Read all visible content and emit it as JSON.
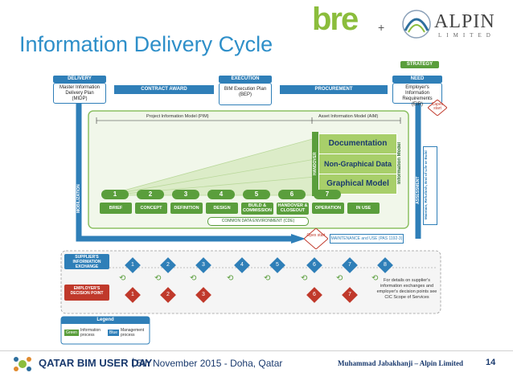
{
  "slide": {
    "title": "Information Delivery Cycle",
    "page_number": "14"
  },
  "logos": {
    "bre": "bre",
    "plus": "+",
    "alpin_name": "ALPIN",
    "alpin_sub": "LIMITED"
  },
  "top_boxes": {
    "delivery": {
      "header": "DELIVERY",
      "line1": "Master Information",
      "line2": "Delivery Plan",
      "line3": "(MIDP)"
    },
    "execution": {
      "header": "EXECUTION",
      "line1": "BIM Execution Plan",
      "line2": "(BEP)"
    },
    "need": {
      "header": "NEED",
      "line1": "Employer's Information",
      "line2": "Requirements",
      "line3": "(EIR)"
    },
    "strategy": "STRATEGY",
    "contract_award": "CONTRACT AWARD",
    "procurement": "PROCUREMENT",
    "capex_start": "Capex start"
  },
  "models": {
    "pim": "Project Information Model (PIM)",
    "aim": "Asset Information Model (AIM)",
    "handover": "HANDOVER",
    "documentation": "Documentation",
    "non_graphical": "Non-Graphical Data",
    "graphical": "Graphical Model",
    "information_model": "Information Model"
  },
  "phases": {
    "numbers": [
      "1",
      "2",
      "3",
      "4",
      "5",
      "6",
      "7"
    ],
    "labels": [
      "BRIEF",
      "CONCEPT",
      "DEFINITION",
      "DESIGN",
      "BUILD & COMMISSION",
      "HANDOVER & CLOSEOUT",
      "OPERATION",
      "IN USE"
    ],
    "cde": "COMMON DATA ENVIRONMENT (CDE)"
  },
  "side_labels": {
    "mobilization": "MOBILIZATION",
    "assessment": "ASSESSMENT",
    "maintain": "Maintain, Refurbish, End of Life or Build"
  },
  "lower": {
    "opex_start": "Opex start",
    "maintenance": "MAINTENANCE and USE (PAS 1192-3)",
    "supplier_exchange": "SUPPLIER'S INFORMATION EXCHANGE",
    "employer_decision": "EMPLOYER'S DECISION POINT",
    "exchange_numbers": [
      "1",
      "2",
      "3",
      "4",
      "5",
      "6",
      "7",
      "8"
    ],
    "decision_numbers": [
      "1",
      "2",
      "3",
      "6",
      "7"
    ],
    "details_note": "For details on supplier's information exchanges and employer's decision points see CIC Scope of Services"
  },
  "legend": {
    "title": "Legend",
    "green_tag": "Green",
    "green_desc": "Information process",
    "blue_tag": "Blue",
    "blue_desc": "Management process"
  },
  "footer": {
    "event": "QATAR BIM USER DAY",
    "separator": "|",
    "date_place": "5th November 2015 - Doha, Qatar",
    "author": "Muhammad Jabakhanji – Alpin Limited"
  },
  "colors": {
    "title_blue": "#2e8fc9",
    "process_blue": "#2f7fb8",
    "process_green": "#5a9e3c",
    "decision_red": "#c0392b",
    "bre_green": "#8bbd3c"
  }
}
